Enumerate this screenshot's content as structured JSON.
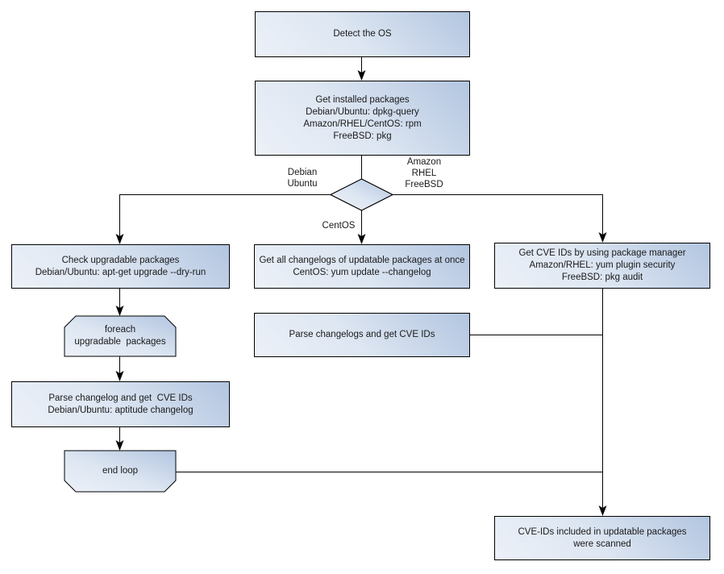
{
  "diagram": {
    "kind": "flowchart",
    "topic": "OS package vulnerability scan workflow",
    "nodes": {
      "detect_os": "Detect the OS",
      "get_installed": "Get installed packages\nDebian/Ubuntu: dpkg-query\nAmazon/RHEL/CentOS: rpm\nFreeBSD: pkg",
      "check_upgradable": "Check upgradable packages\nDebian/Ubuntu: apt-get upgrade --dry-run",
      "foreach_loop": "foreach\nupgradable  packages",
      "parse_changelog_deb": "Parse changelog and get  CVE IDs\nDebian/Ubuntu: aptitude changelog",
      "end_loop": "end loop",
      "get_all_changelogs": "Get all changelogs of updatable packages at once\nCentOS: yum update --changelog",
      "parse_changelogs": "Parse changelogs and get CVE IDs",
      "get_cve_pkgmgr": "Get CVE IDs by using package manager\nAmazon/RHEL: yum plugin security\nFreeBSD: pkg audit",
      "cve_scanned": "CVE-IDs included in updatable packages\nwere scanned"
    },
    "edge_labels": {
      "left_branch": "Debian\nUbuntu",
      "right_branch": "Amazon\nRHEL\nFreeBSD",
      "down_branch": "CentOS"
    },
    "colors": {
      "node_fill_light": "#edf1f8",
      "node_fill_dark": "#b2c5e0",
      "node_border": "#000000",
      "connector": "#000000",
      "text": "#1a1a1a",
      "background": "#ffffff"
    }
  }
}
